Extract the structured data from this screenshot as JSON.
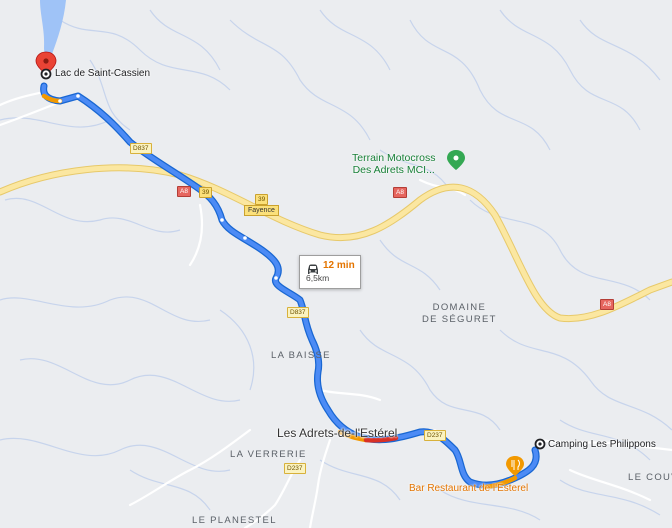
{
  "places": {
    "lake": "Lac de Saint-Cassien",
    "motocross_line1": "Terrain Motocross",
    "motocross_line2": "Des Adrets MCI...",
    "domaine_line1": "DOMAINE",
    "domaine_line2": "DE SÉGURET",
    "la_baisse": "LA BAISSE",
    "adrets": "Les Adrets-de-l'Estérel",
    "la_verrerie": "LA VERRERIE",
    "camping": "Camping Les Philippons",
    "restaurant": "Bar Restaurant de l'Esterel",
    "le_couv": "LE COUV",
    "planestel": "LE PLANESTEL"
  },
  "road_shields": {
    "d837_a": "D837",
    "d837_b": "D837",
    "a8_a": "A8",
    "a8_b": "A8",
    "a8_c": "A8",
    "n39_a": "39",
    "n39_b": "39",
    "fayence": "Fayence",
    "d237_a": "D237",
    "d237_b": "D237"
  },
  "route_info": {
    "duration": "12 min",
    "distance": "6,5km"
  },
  "icons": {
    "destination_pin": "red-location-pin-icon",
    "car": "car-icon",
    "park": "green-place-marker-icon",
    "food": "restaurant-fork-knife-icon"
  },
  "colors": {
    "route": "#4c8bf5",
    "route_border": "#1967d2",
    "traffic_slow": "#f29900",
    "traffic_heavy": "#d93025",
    "highway": "#fbe7a1",
    "water": "#9fc3f7",
    "park": "#34a853"
  }
}
